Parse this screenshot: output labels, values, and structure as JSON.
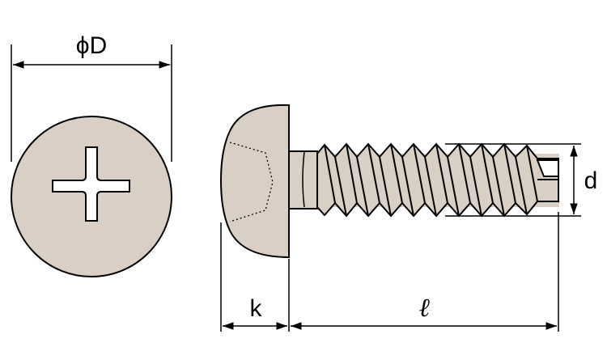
{
  "diagram": {
    "labels": {
      "head_diameter": "ϕD",
      "head_height": "k",
      "length": "ℓ",
      "thread_diameter": "d"
    },
    "colors": {
      "line": "#000000",
      "fill": "#d9cfc4",
      "background": "#ffffff"
    }
  }
}
